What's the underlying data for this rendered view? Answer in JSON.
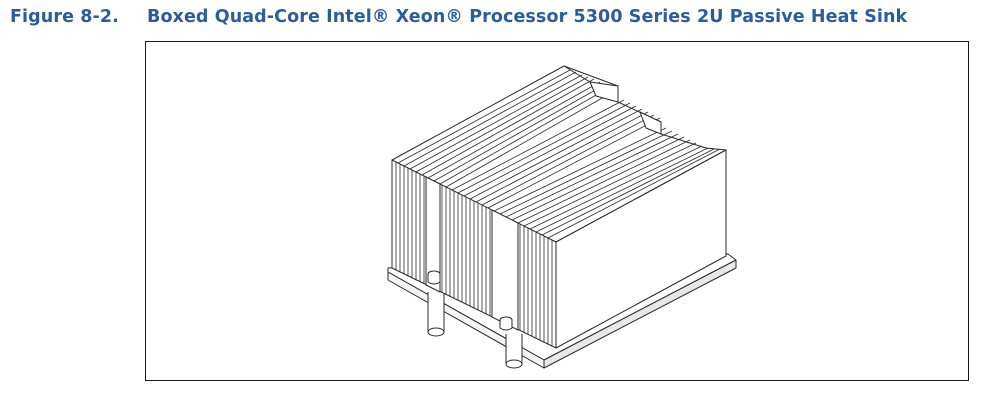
{
  "figure": {
    "number": "Figure 8-2.",
    "title": "Boxed Quad-Core Intel® Xeon® Processor 5300 Series 2U Passive Heat Sink"
  },
  "illustration": {
    "subject": "heat-sink-illustration",
    "line_color": "#2a2a2a"
  }
}
